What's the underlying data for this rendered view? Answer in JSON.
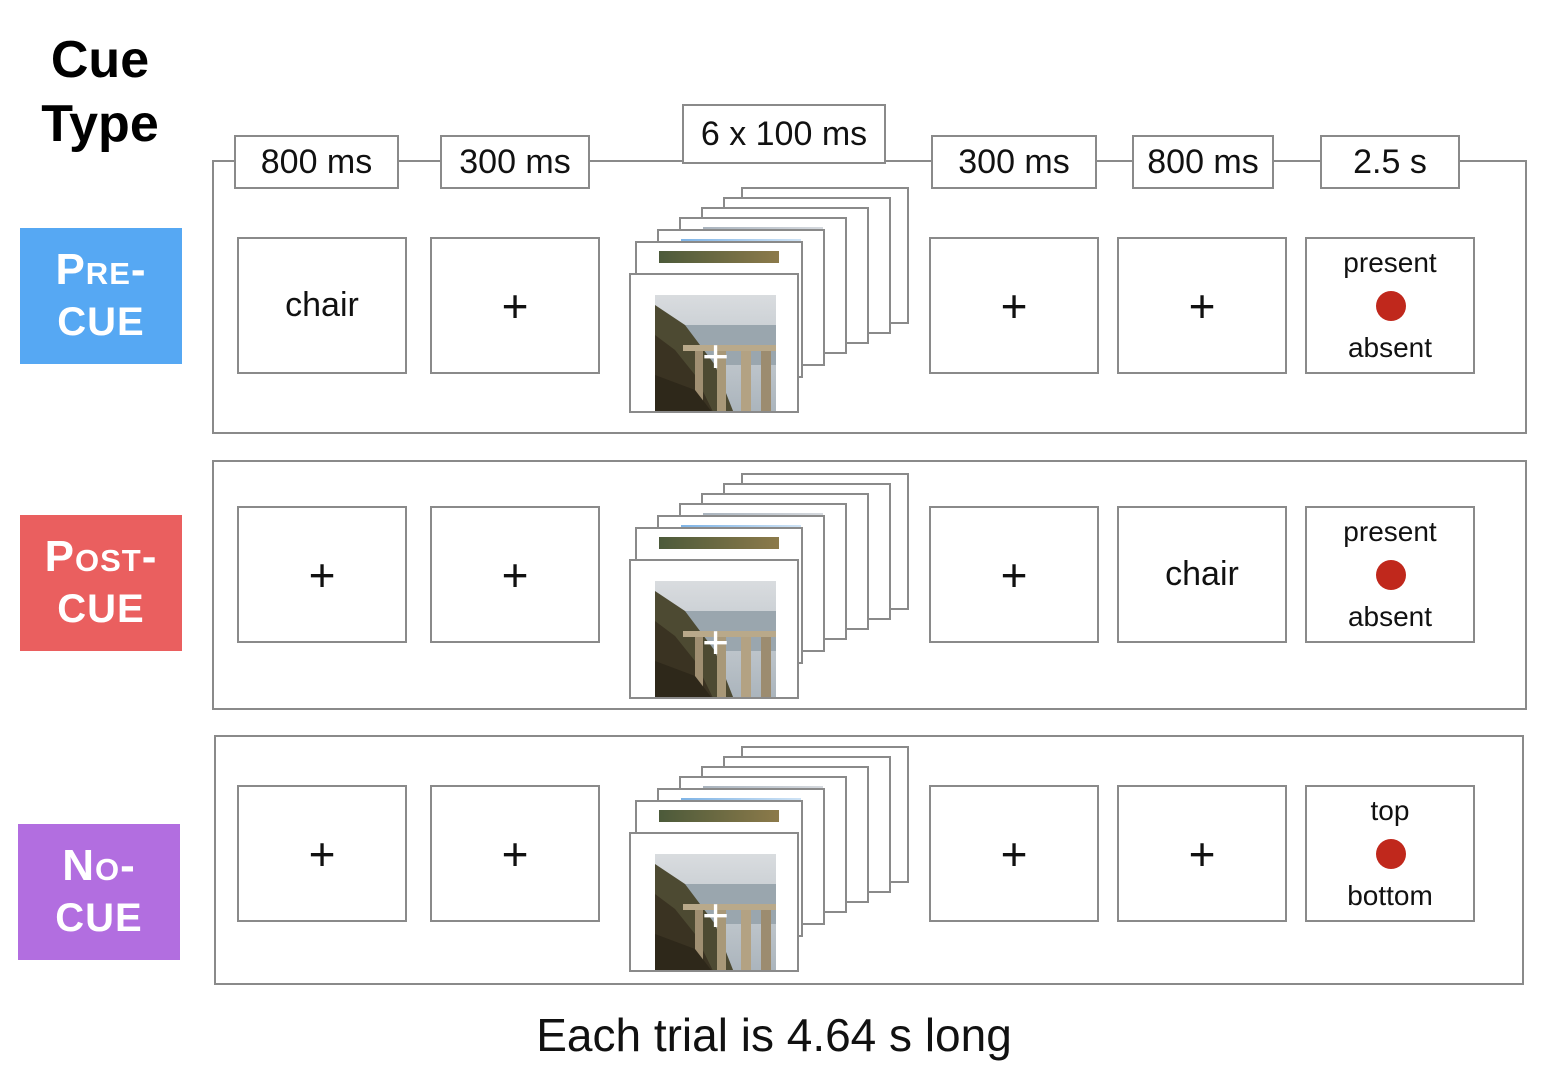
{
  "heading": {
    "line1": "Cue",
    "line2": "Type"
  },
  "timings": [
    "800 ms",
    "300 ms",
    "6 x 100 ms",
    "300 ms",
    "800 ms",
    "2.5 s"
  ],
  "rows": [
    {
      "label_l1": "Pre-",
      "label_l2": "cue",
      "color": "#56a8f3",
      "frame1": "chair",
      "frame2": "+",
      "frame4": "+",
      "frame5": "+",
      "resp_top": "present",
      "resp_bottom": "absent",
      "stack_plus": "+"
    },
    {
      "label_l1": "Post-",
      "label_l2": "cue",
      "color": "#ea5f5f",
      "frame1": "+",
      "frame2": "+",
      "frame4": "+",
      "frame5": "chair",
      "resp_top": "present",
      "resp_bottom": "absent",
      "stack_plus": "+"
    },
    {
      "label_l1": "No-",
      "label_l2": "cue",
      "color": "#b26ee0",
      "frame1": "+",
      "frame2": "+",
      "frame4": "+",
      "frame5": "+",
      "resp_top": "top",
      "resp_bottom": "bottom",
      "stack_plus": "+"
    }
  ],
  "footer": "Each trial is 4.64 s long",
  "colors": {
    "border": "#8a8a8a",
    "dot": "#c0281c"
  }
}
